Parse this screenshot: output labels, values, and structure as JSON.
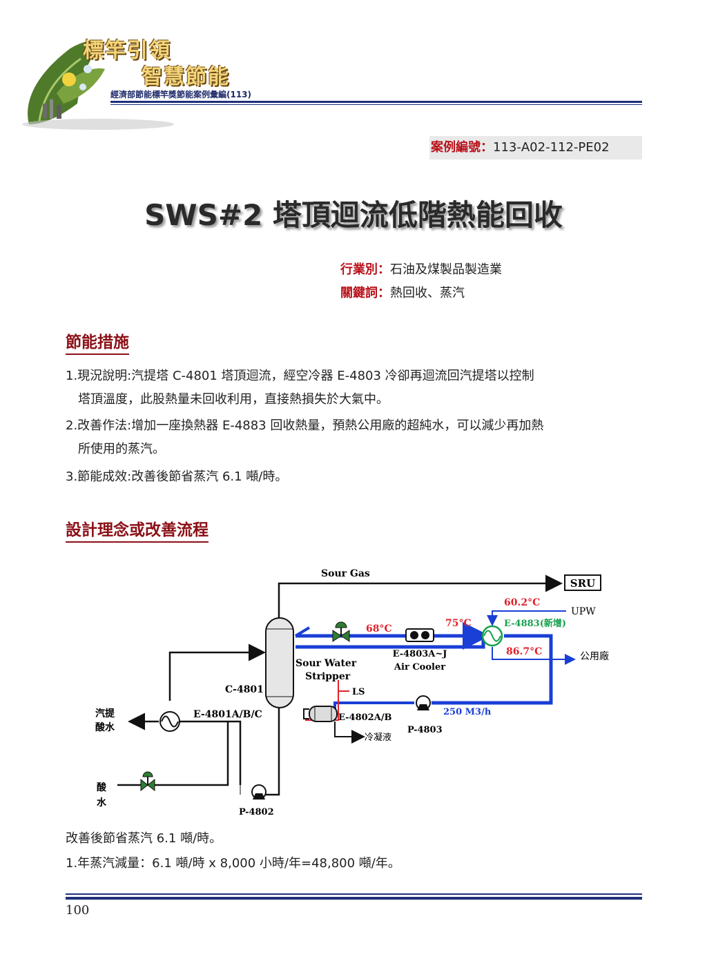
{
  "header": {
    "logo_line1": "標竿引領",
    "logo_line2": "智慧節能",
    "subtitle": "經濟部節能標竿獎節能案例彙編(113)"
  },
  "case": {
    "label": "案例編號：",
    "number": "113-A02-112-PE02"
  },
  "title": "SWS#2 塔頂迴流低階熱能回收",
  "meta": {
    "industry_label": "行業別：",
    "industry_value": "石油及煤製品製造業",
    "keywords_label": "關鍵詞：",
    "keywords_value": "熱回收、蒸汽"
  },
  "section1": {
    "title": "節能措施",
    "items": [
      {
        "line1": "1.現況說明:汽提塔 C-4801 塔頂迴流，經空冷器 E-4803 冷卻再迴流回汽提塔以控制",
        "line2": "塔頂溫度，此股熱量未回收利用，直接熱損失於大氣中。"
      },
      {
        "line1": "2.改善作法:增加一座換熱器 E-4883 回收熱量，預熱公用廠的超純水，可以減少再加熱",
        "line2": "所使用的蒸汽。"
      },
      {
        "line1": "3.節能成效:改善後節省蒸汽 6.1 噸/時。"
      }
    ]
  },
  "section2": {
    "title": "設計理念或改善流程"
  },
  "diagram": {
    "sour_gas": "Sour Gas",
    "sru": "SRU",
    "upw": "UPW",
    "temp_602": "60.2°C",
    "temp_68": "68°C",
    "temp_75": "75°C",
    "temp_867": "86.7°C",
    "e4883": "E-4883(新增)",
    "e4803": "E-4803A~J",
    "air_cooler": "Air Cooler",
    "to_utility": "公用廠",
    "stripper_1": "Sour Water",
    "stripper_2": "Stripper",
    "c4801": "C-4801",
    "ls": "LS",
    "e4802": "E-4802A/B",
    "condensate": "冷凝液",
    "flow": "250 M3/h",
    "p4803": "P-4803",
    "e4801": "E-4801A/B/C",
    "stripped_1": "汽提",
    "stripped_2": "酸水",
    "sour_1": "酸",
    "sour_2": "水",
    "p4802": "P-4802",
    "colors": {
      "hot_loop": "#1a3fd6",
      "temp": "#e0202a",
      "new_hx": "#15a04a",
      "line": "#111111"
    }
  },
  "results": {
    "line1": "改善後節省蒸汽 6.1 噸/時。",
    "line2": "1.年蒸汽減量：6.1 噸/時 x 8,000 小時/年=48,800 噸/年。"
  },
  "footer": {
    "page_number": "100"
  }
}
